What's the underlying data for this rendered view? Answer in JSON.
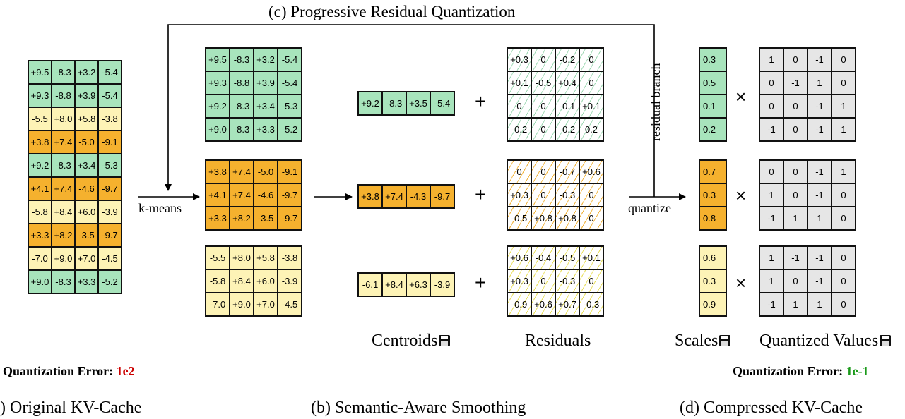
{
  "title": "(c) Progressive Residual Quantization",
  "labels": {
    "kmeans": "k-means",
    "quantize": "quantize",
    "residual_branch": "residual branch",
    "centroids": "Centroids",
    "residuals": "Residuals",
    "scales": "Scales",
    "quantized_values": "Quantized Values"
  },
  "operators": {
    "plus": "+",
    "times": "×"
  },
  "icons": {
    "save": "save-disk-icon"
  },
  "errors": {
    "left": {
      "label": "Quantization Error:",
      "value": "1e2",
      "color": "#cc0000"
    },
    "right": {
      "label": "Quantization Error:",
      "value": "1e-1",
      "color": "#1a9a1a"
    }
  },
  "captions": {
    "a": ") Original KV-Cache",
    "b": "(b) Semantic-Aware Smoothing",
    "d": "(d) Compressed KV-Cache"
  },
  "colors": {
    "green": "#a8e4bc",
    "orange": "#f5b12e",
    "yellow": "#fdf3b6",
    "gray": "#e6e6e6"
  },
  "original": {
    "rows": [
      {
        "c": "green",
        "v": [
          "+9.5",
          "-8.3",
          "+3.2",
          "-5.4"
        ]
      },
      {
        "c": "green",
        "v": [
          "+9.3",
          "-8.8",
          "+3.9",
          "-5.4"
        ]
      },
      {
        "c": "yellow",
        "v": [
          "-5.5",
          "+8.0",
          "+5.8",
          "-3.8"
        ]
      },
      {
        "c": "orange",
        "v": [
          "+3.8",
          "+7.4",
          "-5.0",
          "-9.1"
        ]
      },
      {
        "c": "green",
        "v": [
          "+9.2",
          "-8.3",
          "+3.4",
          "-5.3"
        ]
      },
      {
        "c": "orange",
        "v": [
          "+4.1",
          "+7.4",
          "-4.6",
          "-9.7"
        ]
      },
      {
        "c": "yellow",
        "v": [
          "-5.8",
          "+8.4",
          "+6.0",
          "-3.9"
        ]
      },
      {
        "c": "orange",
        "v": [
          "+3.3",
          "+8.2",
          "-3.5",
          "-9.7"
        ]
      },
      {
        "c": "yellow",
        "v": [
          "-7.0",
          "+9.0",
          "+7.0",
          "-4.5"
        ]
      },
      {
        "c": "green",
        "v": [
          "+9.0",
          "-8.3",
          "+3.3",
          "-5.2"
        ]
      }
    ]
  },
  "clusters": [
    {
      "color": "green",
      "members": [
        [
          "+9.5",
          "-8.3",
          "+3.2",
          "-5.4"
        ],
        [
          "+9.3",
          "-8.8",
          "+3.9",
          "-5.4"
        ],
        [
          "+9.2",
          "-8.3",
          "+3.4",
          "-5.3"
        ],
        [
          "+9.0",
          "-8.3",
          "+3.3",
          "-5.2"
        ]
      ],
      "centroid": [
        "+9.2",
        "-8.3",
        "+3.5",
        "-5.4"
      ],
      "residuals": [
        [
          "+0.3",
          "0",
          "-0.2",
          "0"
        ],
        [
          "+0.1",
          "-0.5",
          "+0.4",
          "0"
        ],
        [
          "0",
          "0",
          "-0.1",
          "+0.1"
        ],
        [
          "-0.2",
          "0",
          "-0.2",
          "0.2"
        ]
      ],
      "scales": [
        "0.3",
        "0.5",
        "0.1",
        "0.2"
      ],
      "quantized": [
        [
          "1",
          "0",
          "-1",
          "0"
        ],
        [
          "0",
          "-1",
          "1",
          "0"
        ],
        [
          "0",
          "0",
          "-1",
          "1"
        ],
        [
          "-1",
          "0",
          "-1",
          "1"
        ]
      ]
    },
    {
      "color": "orange",
      "members": [
        [
          "+3.8",
          "+7.4",
          "-5.0",
          "-9.1"
        ],
        [
          "+4.1",
          "+7.4",
          "-4.6",
          "-9.7"
        ],
        [
          "+3.3",
          "+8.2",
          "-3.5",
          "-9.7"
        ]
      ],
      "centroid": [
        "+3.8",
        "+7.4",
        "-4.3",
        "-9.7"
      ],
      "residuals": [
        [
          "0",
          "0",
          "-0.7",
          "+0.6"
        ],
        [
          "+0.3",
          "0",
          "-0.3",
          "0"
        ],
        [
          "-0.5",
          "+0.8",
          "+0.8",
          "0"
        ]
      ],
      "scales": [
        "0.7",
        "0.3",
        "0.8"
      ],
      "quantized": [
        [
          "0",
          "0",
          "-1",
          "1"
        ],
        [
          "1",
          "0",
          "-1",
          "0"
        ],
        [
          "-1",
          "1",
          "1",
          "0"
        ]
      ]
    },
    {
      "color": "yellow",
      "members": [
        [
          "-5.5",
          "+8.0",
          "+5.8",
          "-3.8"
        ],
        [
          "-5.8",
          "+8.4",
          "+6.0",
          "-3.9"
        ],
        [
          "-7.0",
          "+9.0",
          "+7.0",
          "-4.5"
        ]
      ],
      "centroid": [
        "-6.1",
        "+8.4",
        "+6.3",
        "-3.9"
      ],
      "residuals": [
        [
          "+0.6",
          "-0.4",
          "-0.5",
          "+0.1"
        ],
        [
          "+0.3",
          "0",
          "-0.3",
          "0"
        ],
        [
          "-0.9",
          "+0.6",
          "+0.7",
          "-0.3"
        ]
      ],
      "scales": [
        "0.6",
        "0.3",
        "0.9"
      ],
      "quantized": [
        [
          "1",
          "-1",
          "-1",
          "0"
        ],
        [
          "1",
          "0",
          "-1",
          "0"
        ],
        [
          "-1",
          "1",
          "1",
          "0"
        ]
      ]
    }
  ]
}
